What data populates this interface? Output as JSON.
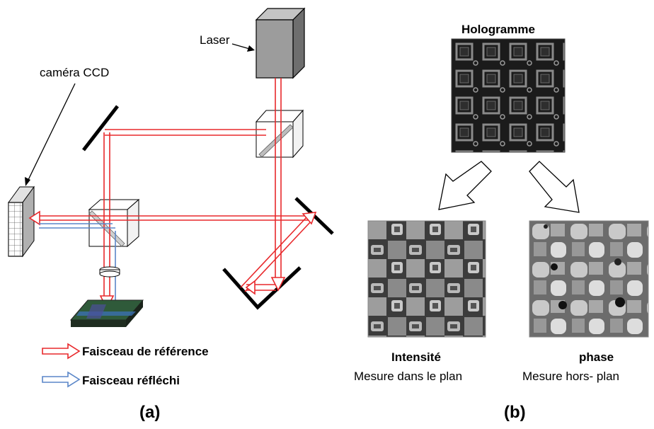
{
  "panel_a": {
    "laser_label": "Laser",
    "camera_label": "caméra CCD",
    "legend": {
      "reference": "Faisceau de référence",
      "reflected": "Faisceau réfléchi"
    },
    "colors": {
      "reference": "#e8282b",
      "reflected": "#5a86c8"
    },
    "caption": "(a)"
  },
  "panel_b": {
    "hologram_title": "Hologramme",
    "intensity_title": "Intensité",
    "intensity_sub": "Mesure dans le plan",
    "phase_title": "phase",
    "phase_sub": "Mesure hors- plan",
    "caption": "(b)"
  }
}
